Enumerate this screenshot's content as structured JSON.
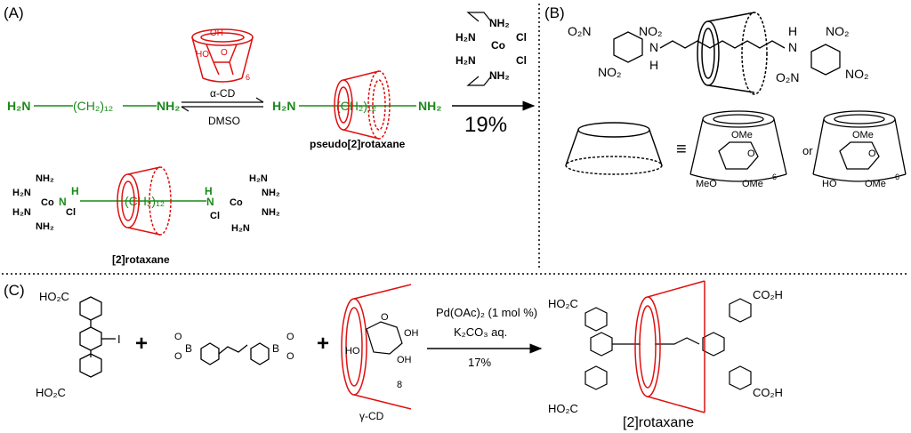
{
  "panels": {
    "a": {
      "label": "(A)",
      "diamine": {
        "left_amine": "H₂N",
        "chain": "(CH₂)₁₂",
        "right_amine": "NH₂"
      },
      "reagent_top": "α-CD",
      "reagent_bottom": "DMSO",
      "cd_ring_oh": "OH",
      "cd_ring_ho": "HO",
      "cd_ring_o": "O",
      "cd_ring_count": "6",
      "pseudo_left_amine": "H₂N",
      "pseudo_chain": "(CH₂)₁₂",
      "pseudo_right_amine": "NH₂",
      "pseudo_caption": "pseudo[2]rotaxane",
      "cobalt_center": "Co",
      "cobalt_nh2": "NH₂",
      "cobalt_h2n": "H₂N",
      "cobalt_cl": "Cl",
      "yield": "19%",
      "rotaxane_chain": "(CH₂)₁₂",
      "rotaxane_nh": "N",
      "rotaxane_h": "H",
      "rotaxane_caption": "[2]rotaxane"
    },
    "b": {
      "label": "(B)",
      "nitro": "NO₂",
      "o2n": "O₂N",
      "amine_n": "N",
      "amine_h": "H",
      "equiv": "≡",
      "or": "or",
      "ome": "OMe",
      "meo": "MeO",
      "ho": "HO",
      "ring_o": "O",
      "count": "6"
    },
    "c": {
      "label": "(C)",
      "ho2c": "HO₂C",
      "co2h": "CO₂H",
      "iodo": "I",
      "plus": "+",
      "boron": "B",
      "oxy": "O",
      "catalyst": "Pd(OAc)₂ (1 mol %)",
      "base": "K₂CO₃ aq.",
      "yield": "17%",
      "gamma_cd": "γ-CD",
      "oh": "OH",
      "ho": "HO",
      "ring_o": "O",
      "count": "8",
      "product_caption": "[2]rotaxane"
    }
  }
}
